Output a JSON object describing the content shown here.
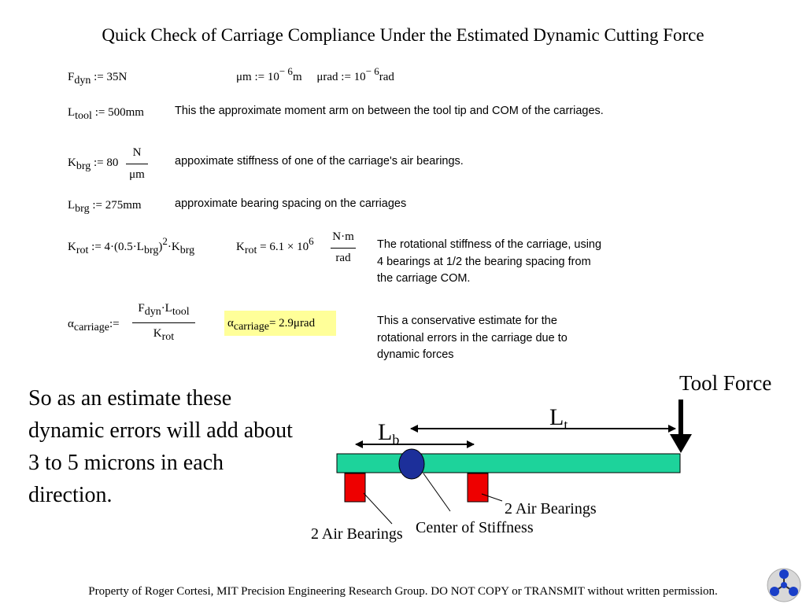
{
  "title": "Quick Check of Carriage Compliance Under the Estimated Dynamic Cutting Force",
  "equations": {
    "fdyn": {
      "sym": "F",
      "sub": "dyn",
      "op": ":=",
      "val": "35N"
    },
    "units": {
      "um_def": "μm := 10",
      "um_exp": "− 6",
      "um_unit": "m",
      "urad_def": "μrad := 10",
      "urad_exp": "− 6",
      "urad_unit": "rad"
    },
    "ltool": {
      "sym": "L",
      "sub": "tool",
      "op": ":=",
      "val": "500mm",
      "note": "This the approximate moment arm on between the tool tip and COM of the carriages."
    },
    "kbrg": {
      "sym": "K",
      "sub": "brg",
      "op": ":=",
      "val": "80",
      "num": "N",
      "den": "μm",
      "note": "appoximate stiffness of one of the carriage's air bearings."
    },
    "lbrg": {
      "sym": "L",
      "sub": "brg",
      "op": ":=",
      "val": "275mm",
      "note": "approximate bearing spacing on the carriages"
    },
    "krot": {
      "sym": "K",
      "sub": "rot",
      "op": ":=",
      "expr_a": "4·(0.5·L",
      "expr_sub": "brg",
      "expr_b": ")",
      "expr_sup": "2",
      "expr_c": "·K",
      "expr_sub2": "brg",
      "res_sym": "K",
      "res_sub": "rot",
      "res_val": "= 6.1 × 10",
      "res_exp": "6",
      "res_num": "N·m",
      "res_den": "rad",
      "note": "The rotational stiffness of the carriage, using 4 bearings at 1/2 the bearing spacing from the carriage COM."
    },
    "alpha": {
      "sym": "α",
      "sub": "carriage",
      "op": ":=",
      "num_a": "F",
      "num_sub": "dyn",
      "num_b": "·L",
      "num_sub2": "tool",
      "den": "K",
      "den_sub": "rot",
      "res": "α",
      "res_sub": "carriage",
      "res_val": "= 2.9μrad",
      "note": "This a conservative estimate for the rotational errors in the carriage due to dynamic forces"
    }
  },
  "conclusion": "So as an estimate these dynamic errors will add about 3 to 5 microns in each direction.",
  "diagram": {
    "tool_force": "Tool Force",
    "lt": "L",
    "lt_sub": "t",
    "lb": "L",
    "lb_sub": "b",
    "air_bearings_right": "2 Air Bearings",
    "air_bearings_left": "2 Air Bearings",
    "center_stiffness": "Center of Stiffness",
    "colors": {
      "beam": "#1dd39b",
      "bearing": "#ee0000",
      "center": "#1c2f9a"
    }
  },
  "footer": "Property of Roger Cortesi, MIT Precision Engineering Research Group. DO NOT COPY or TRANSMIT without written permission.",
  "logo": "molecule-logo"
}
